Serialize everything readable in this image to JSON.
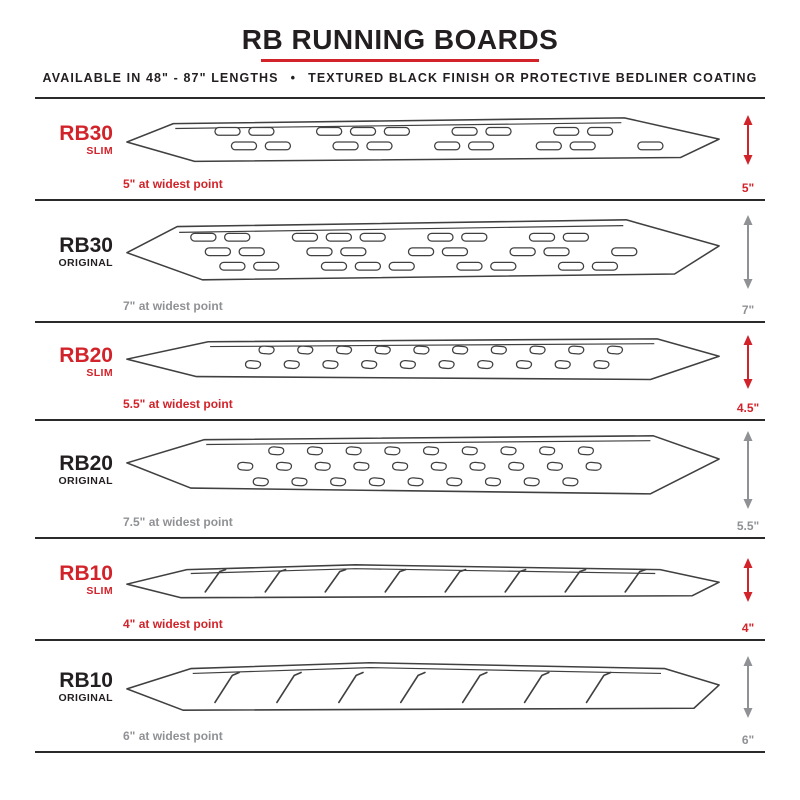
{
  "header": {
    "title": "RB RUNNING BOARDS",
    "subtitle_left": "AVAILABLE IN 48\" - 87\" LENGTHS",
    "bullet": "•",
    "subtitle_right": "TEXTURED BLACK FINISH OR PROTECTIVE BEDLINER COATING"
  },
  "colors": {
    "red": "#d2232a",
    "ink": "#231f20",
    "gray": "#8f9194",
    "outline": "#404041"
  },
  "boards": [
    {
      "model": "RB30",
      "variant": "SLIM",
      "width_note": "5\" at widest point",
      "height_label": "5\""
    },
    {
      "model": "RB30",
      "variant": "ORIGINAL",
      "width_note": "7\" at widest point",
      "height_label": "7\""
    },
    {
      "model": "RB20",
      "variant": "SLIM",
      "width_note": "5.5\" at widest point",
      "height_label": "4.5\""
    },
    {
      "model": "RB20",
      "variant": "ORIGINAL",
      "width_note": "7.5\" at widest point",
      "height_label": "5.5\""
    },
    {
      "model": "RB10",
      "variant": "SLIM",
      "width_note": "4\" at widest point",
      "height_label": "4\""
    },
    {
      "model": "RB10",
      "variant": "ORIGINAL",
      "width_note": "6\" at widest point",
      "height_label": "6\""
    }
  ]
}
